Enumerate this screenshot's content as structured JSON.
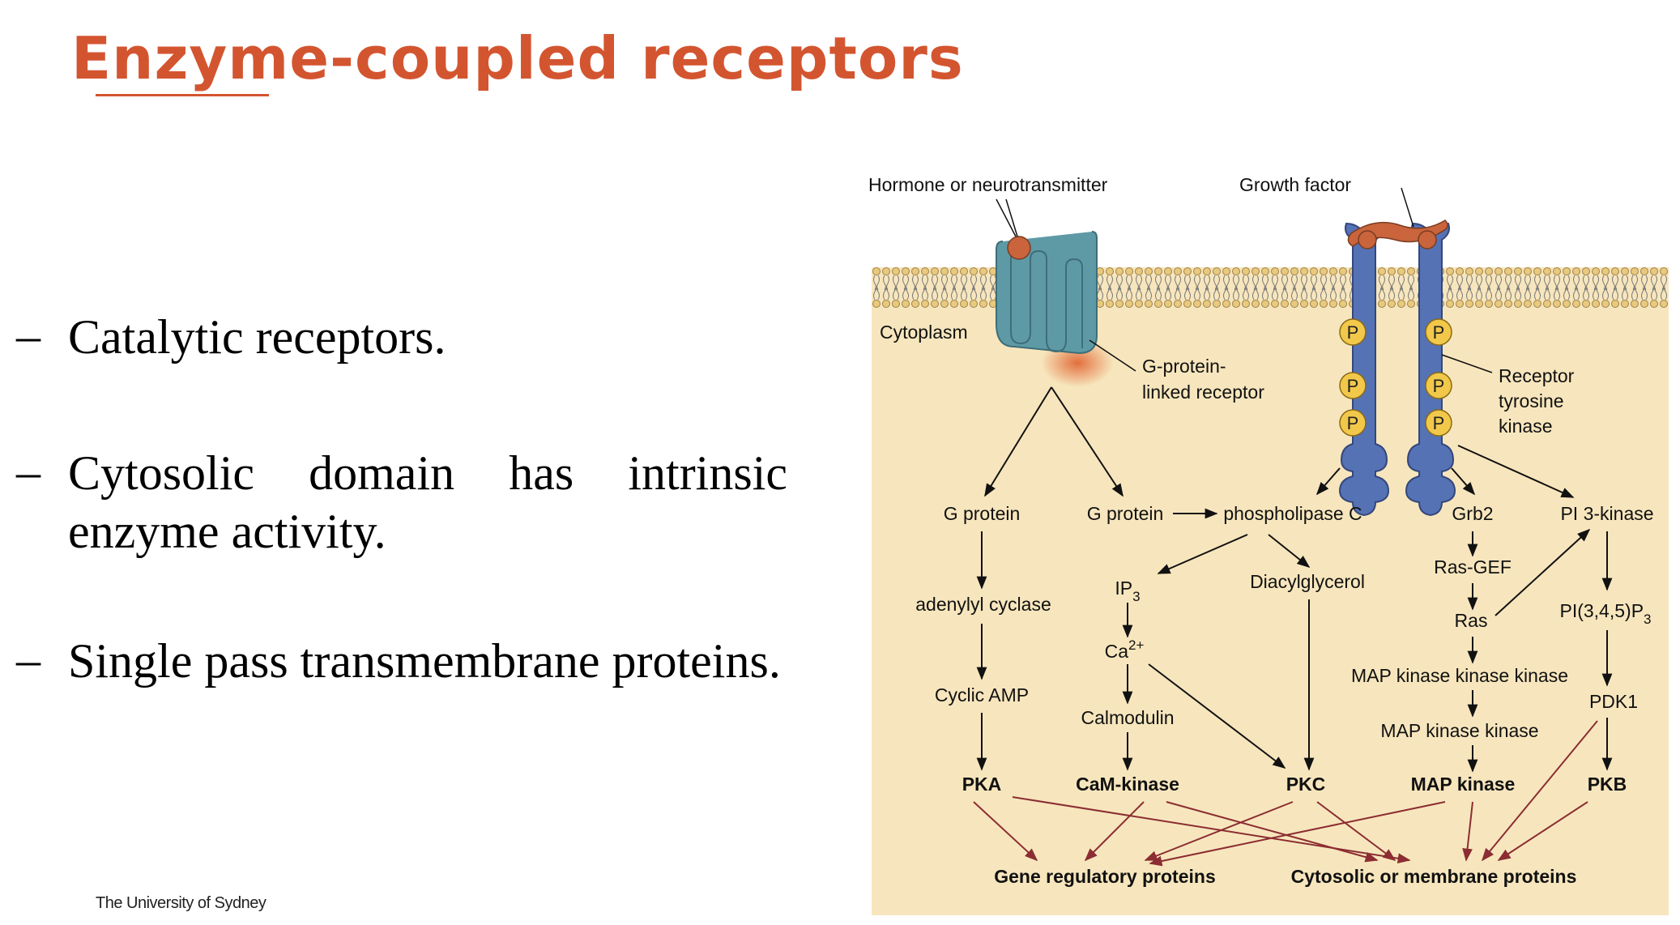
{
  "slide": {
    "title": "Enzyme-coupled receptors",
    "bullets": [
      "Catalytic receptors.",
      "Cytosolic domain has intrinsic enzyme activity.",
      "Single pass transmembrane proteins."
    ],
    "footer": "The University of Sydney"
  },
  "diagram": {
    "hormone": "Hormone or neurotransmitter",
    "growth_factor": "Growth factor",
    "cytoplasm": "Cytoplasm",
    "gpcr_label_line1": "G-protein-",
    "gpcr_label_line2": "linked receptor",
    "rtk_label_line1": "Receptor",
    "rtk_label_line2": "tyrosine",
    "rtk_label_line3": "kinase",
    "phospho": "P",
    "g_protein": "G protein",
    "phospholipase_c": "phospholipase C",
    "grb2": "Grb2",
    "pi3k": "PI 3-kinase",
    "adenylyl_cyclase": "adenylyl cyclase",
    "ip3_base": "IP",
    "ip3_sub": "3",
    "diacylglycerol": "Diacylglycerol",
    "ras_gef": "Ras-GEF",
    "ras": "Ras",
    "pip3_base": "PI(3,4,5)P",
    "pip3_sub": "3",
    "ca_base": "Ca",
    "ca_sup": "2+",
    "cyclic_amp": "Cyclic AMP",
    "calmodulin": "Calmodulin",
    "mapkkk": "MAP kinase kinase kinase",
    "mapkk": "MAP kinase kinase",
    "pdk1": "PDK1",
    "pka": "PKA",
    "camk": "CaM-kinase",
    "pkc": "PKC",
    "mapk": "MAP kinase",
    "pkb": "PKB",
    "gene_reg": "Gene regulatory proteins",
    "cyto_mem": "Cytosolic or membrane proteins",
    "colors": {
      "title": "#D35530",
      "cytoplasm_bg": "#F7E6BD",
      "gpcr": "#5E9AA6",
      "rtk": "#5572B5",
      "phosphate": "#F2C84B",
      "ligand": "#C9643C",
      "effect_arrow": "#8B2D32"
    }
  }
}
